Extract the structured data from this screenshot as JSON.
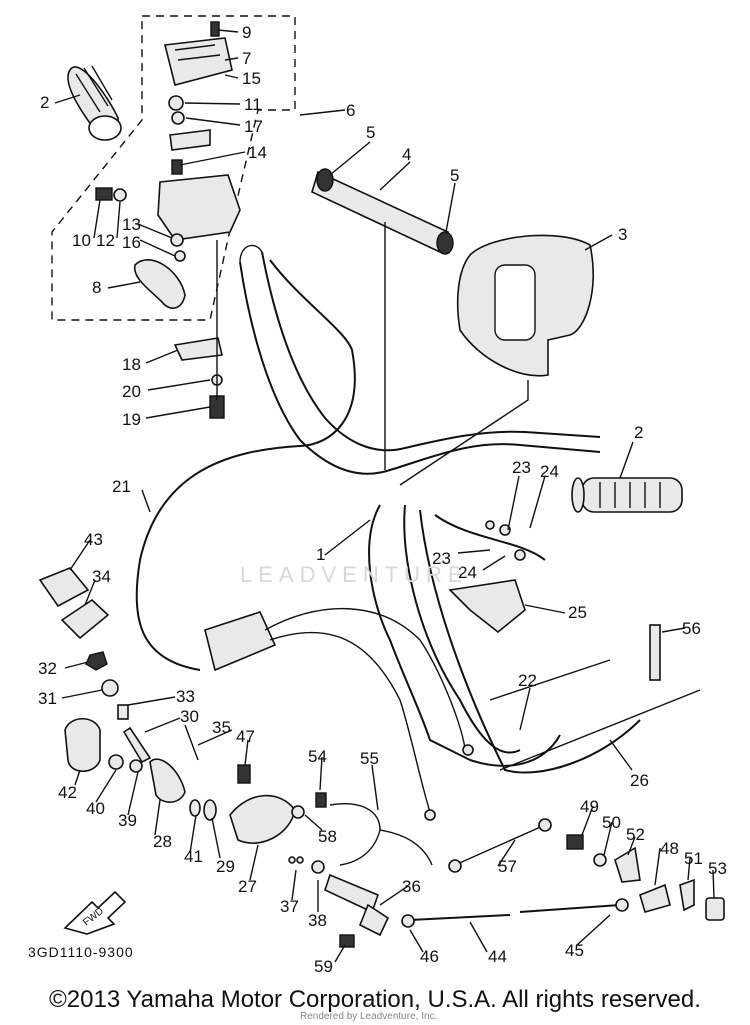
{
  "drawing_code": "3GD1110-9300",
  "fwd_label": "FWD",
  "watermark": "LEADVENTURE",
  "copyright": "©2013 Yamaha Motor Corporation, U.S.A. All rights reserved.",
  "rendered_by": "Rendered by Leadventure, Inc.",
  "callouts": [
    {
      "id": "c2a",
      "text": "2"
    },
    {
      "id": "c9",
      "text": "9"
    },
    {
      "id": "c7",
      "text": "7"
    },
    {
      "id": "c15",
      "text": "15"
    },
    {
      "id": "c11",
      "text": "11"
    },
    {
      "id": "c17",
      "text": "17"
    },
    {
      "id": "c6",
      "text": "6"
    },
    {
      "id": "c14",
      "text": "14"
    },
    {
      "id": "c5a",
      "text": "5"
    },
    {
      "id": "c4",
      "text": "4"
    },
    {
      "id": "c5b",
      "text": "5"
    },
    {
      "id": "c10",
      "text": "10"
    },
    {
      "id": "c12",
      "text": "12"
    },
    {
      "id": "c13",
      "text": "13"
    },
    {
      "id": "c16",
      "text": "16"
    },
    {
      "id": "c3",
      "text": "3"
    },
    {
      "id": "c8",
      "text": "8"
    },
    {
      "id": "c18",
      "text": "18"
    },
    {
      "id": "c20",
      "text": "20"
    },
    {
      "id": "c19",
      "text": "19"
    },
    {
      "id": "c2b",
      "text": "2"
    },
    {
      "id": "c21",
      "text": "21"
    },
    {
      "id": "c23a",
      "text": "23"
    },
    {
      "id": "c24a",
      "text": "24"
    },
    {
      "id": "c1",
      "text": "1"
    },
    {
      "id": "c23b",
      "text": "23"
    },
    {
      "id": "c24b",
      "text": "24"
    },
    {
      "id": "c43",
      "text": "43"
    },
    {
      "id": "c34",
      "text": "34"
    },
    {
      "id": "c25",
      "text": "25"
    },
    {
      "id": "c56",
      "text": "56"
    },
    {
      "id": "c32",
      "text": "32"
    },
    {
      "id": "c22",
      "text": "22"
    },
    {
      "id": "c31",
      "text": "31"
    },
    {
      "id": "c33",
      "text": "33"
    },
    {
      "id": "c30",
      "text": "30"
    },
    {
      "id": "c35",
      "text": "35"
    },
    {
      "id": "c47",
      "text": "47"
    },
    {
      "id": "c54",
      "text": "54"
    },
    {
      "id": "c55",
      "text": "55"
    },
    {
      "id": "c42",
      "text": "42"
    },
    {
      "id": "c40",
      "text": "40"
    },
    {
      "id": "c39",
      "text": "39"
    },
    {
      "id": "c28",
      "text": "28"
    },
    {
      "id": "c41",
      "text": "41"
    },
    {
      "id": "c29",
      "text": "29"
    },
    {
      "id": "c58",
      "text": "58"
    },
    {
      "id": "c26",
      "text": "26"
    },
    {
      "id": "c27",
      "text": "27"
    },
    {
      "id": "c49",
      "text": "49"
    },
    {
      "id": "c50",
      "text": "50"
    },
    {
      "id": "c52",
      "text": "52"
    },
    {
      "id": "c48",
      "text": "48"
    },
    {
      "id": "c57",
      "text": "57"
    },
    {
      "id": "c51",
      "text": "51"
    },
    {
      "id": "c53",
      "text": "53"
    },
    {
      "id": "c37",
      "text": "37"
    },
    {
      "id": "c38",
      "text": "38"
    },
    {
      "id": "c36",
      "text": "36"
    },
    {
      "id": "c44",
      "text": "44"
    },
    {
      "id": "c45",
      "text": "45"
    },
    {
      "id": "c46",
      "text": "46"
    },
    {
      "id": "c59",
      "text": "59"
    }
  ]
}
